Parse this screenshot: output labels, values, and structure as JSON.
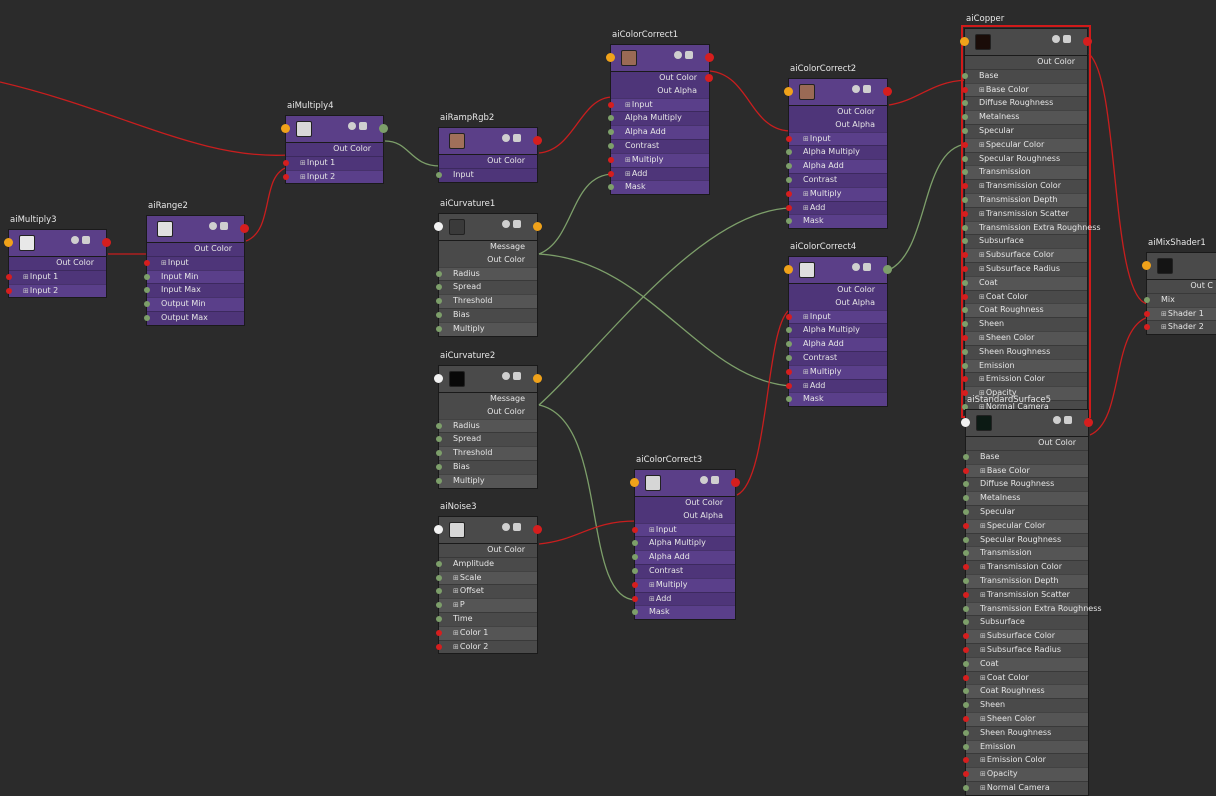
{
  "colors": {
    "wire_red": "#c81e1e",
    "wire_green": "#7d9f6a",
    "purple": "#5b3f88",
    "gray": "#4a4a4a",
    "selection": "#d11a1a"
  },
  "nodes": {
    "aiMultiply3": {
      "title": "aiMultiply3",
      "out": "Out Color",
      "inputs": [
        "Input 1",
        "Input 2"
      ]
    },
    "aiRange2": {
      "title": "aiRange2",
      "out": "Out Color",
      "inputs": [
        "Input",
        "Input Min",
        "Input Max",
        "Output Min",
        "Output Max"
      ]
    },
    "aiMultiply4": {
      "title": "aiMultiply4",
      "out": "Out Color",
      "inputs": [
        "Input 1",
        "Input 2"
      ]
    },
    "aiRampRgb2": {
      "title": "aiRampRgb2",
      "out": "Out Color",
      "inputs": [
        "Input"
      ]
    },
    "aiColorCorrect1": {
      "title": "aiColorCorrect1",
      "outs": [
        "Out Color",
        "Out Alpha"
      ],
      "inputs": [
        "Input",
        "Alpha Multiply",
        "Alpha Add",
        "Contrast",
        "Multiply",
        "Add",
        "Mask"
      ]
    },
    "aiColorCorrect2": {
      "title": "aiColorCorrect2",
      "outs": [
        "Out Color",
        "Out Alpha"
      ],
      "inputs": [
        "Input",
        "Alpha Multiply",
        "Alpha Add",
        "Contrast",
        "Multiply",
        "Add",
        "Mask"
      ]
    },
    "aiColorCorrect3": {
      "title": "aiColorCorrect3",
      "outs": [
        "Out Color",
        "Out Alpha"
      ],
      "inputs": [
        "Input",
        "Alpha Multiply",
        "Alpha Add",
        "Contrast",
        "Multiply",
        "Add",
        "Mask"
      ]
    },
    "aiColorCorrect4": {
      "title": "aiColorCorrect4",
      "outs": [
        "Out Color",
        "Out Alpha"
      ],
      "inputs": [
        "Input",
        "Alpha Multiply",
        "Alpha Add",
        "Contrast",
        "Multiply",
        "Add",
        "Mask"
      ]
    },
    "aiCurvature1": {
      "title": "aiCurvature1",
      "outs": [
        "Message",
        "Out Color"
      ],
      "inputs": [
        "Radius",
        "Spread",
        "Threshold",
        "Bias",
        "Multiply"
      ]
    },
    "aiCurvature2": {
      "title": "aiCurvature2",
      "outs": [
        "Message",
        "Out Color"
      ],
      "inputs": [
        "Radius",
        "Spread",
        "Threshold",
        "Bias",
        "Multiply"
      ]
    },
    "aiNoise3": {
      "title": "aiNoise3",
      "out": "Out Color",
      "inputs": [
        "Amplitude",
        "Scale",
        "Offset",
        "P",
        "Time",
        "Color 1",
        "Color 2"
      ]
    },
    "aiCopper": {
      "title": "aiCopper",
      "out": "Out Color",
      "inputs": [
        "Base",
        "Base Color",
        "Diffuse Roughness",
        "Metalness",
        "Specular",
        "Specular Color",
        "Specular Roughness",
        "Transmission",
        "Transmission Color",
        "Transmission Depth",
        "Transmission Scatter",
        "Transmission Extra Roughness",
        "Subsurface",
        "Subsurface Color",
        "Subsurface Radius",
        "Coat",
        "Coat Color",
        "Coat Roughness",
        "Sheen",
        "Sheen Color",
        "Sheen Roughness",
        "Emission",
        "Emission Color",
        "Opacity",
        "Normal Camera"
      ]
    },
    "aiStandardSurface5": {
      "title": "aiStandardSurface5",
      "out": "Out Color",
      "inputs": [
        "Base",
        "Base Color",
        "Diffuse Roughness",
        "Metalness",
        "Specular",
        "Specular Color",
        "Specular Roughness",
        "Transmission",
        "Transmission Color",
        "Transmission Depth",
        "Transmission Scatter",
        "Transmission Extra Roughness",
        "Subsurface",
        "Subsurface Color",
        "Subsurface Radius",
        "Coat",
        "Coat Color",
        "Coat Roughness",
        "Sheen",
        "Sheen Color",
        "Sheen Roughness",
        "Emission",
        "Emission Color",
        "Opacity",
        "Normal Camera"
      ]
    },
    "aiMixShader1": {
      "title": "aiMixShader1",
      "out": "Out C",
      "inputs": [
        "Mix",
        "Shader 1",
        "Shader 2"
      ]
    }
  }
}
